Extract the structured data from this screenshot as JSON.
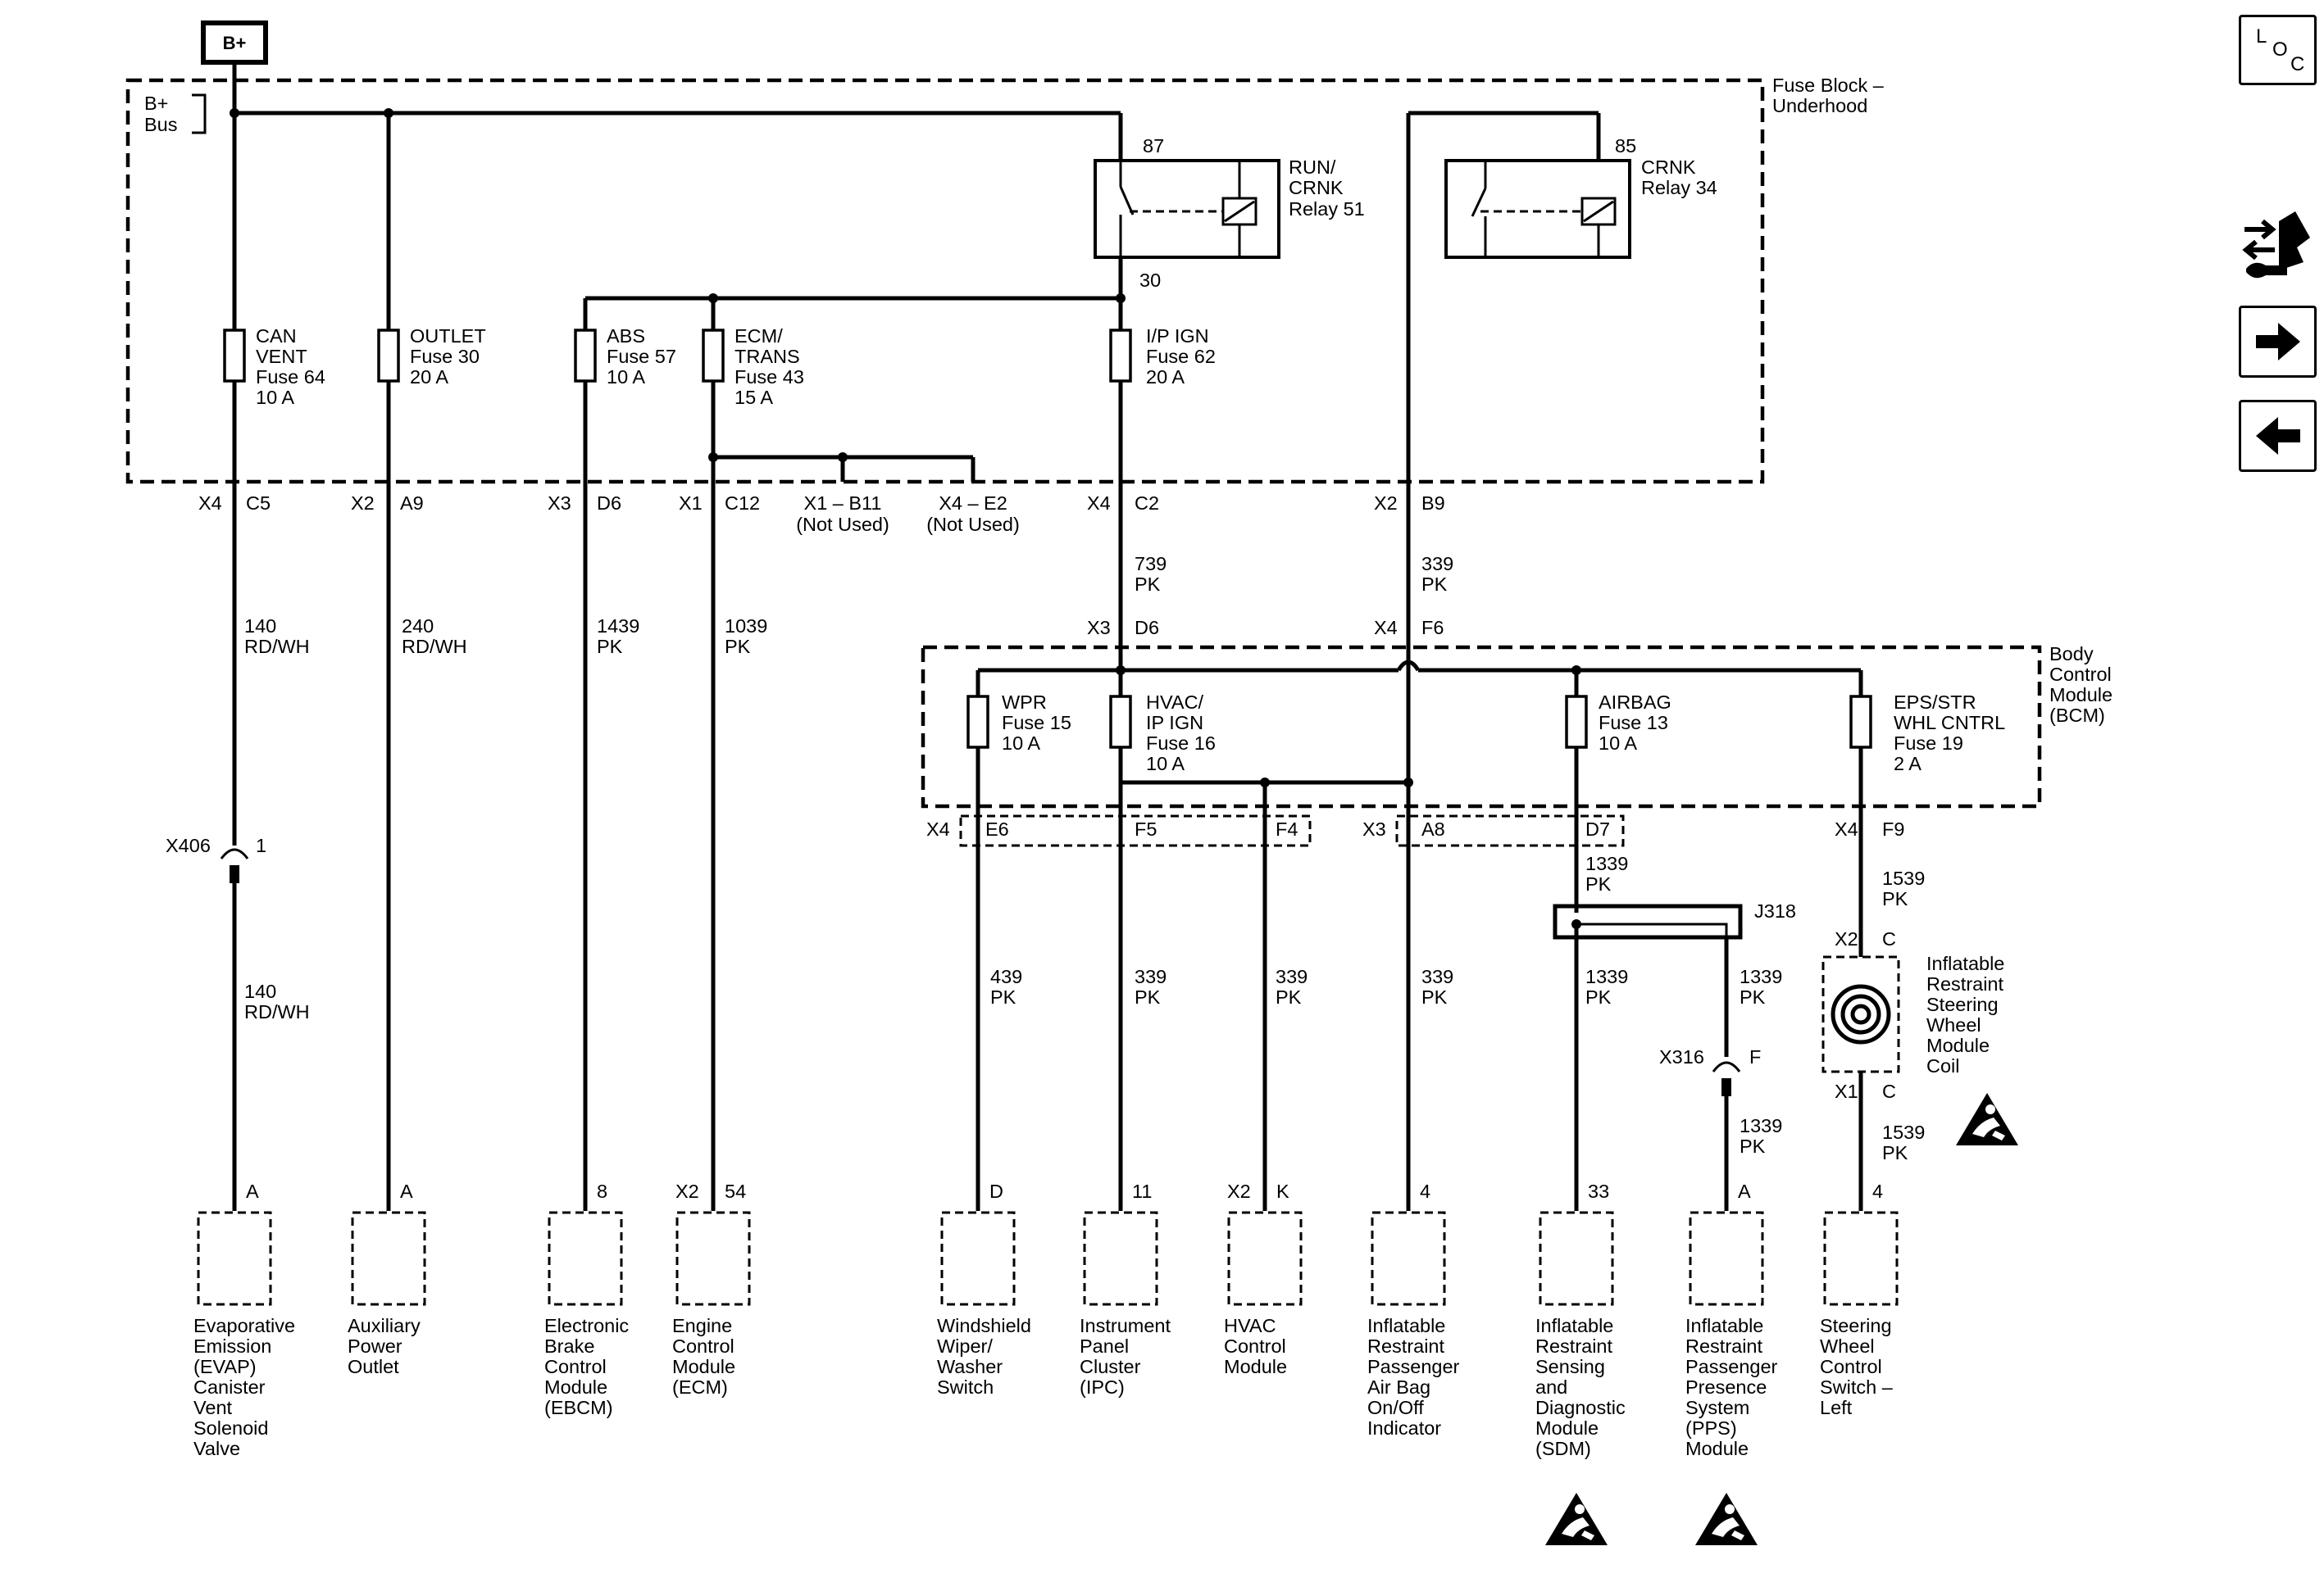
{
  "nav": {
    "loc_l": "L",
    "loc_o": "O",
    "loc_c": "C"
  },
  "power": {
    "bplus": "B+",
    "bus_line1": "B+",
    "bus_line2": "Bus"
  },
  "fuse_block": {
    "line1": "Fuse Block –",
    "line2": "Underhood"
  },
  "relays": {
    "run": {
      "pin87": "87",
      "pin30": "30",
      "l1": "RUN/",
      "l2": "CRNK",
      "l3": "Relay 51"
    },
    "crnk": {
      "pin85": "85",
      "l1": "CRNK",
      "l2": "Relay 34"
    }
  },
  "fuses_ub": {
    "can": {
      "l1": "CAN",
      "l2": "VENT",
      "l3": "Fuse 64",
      "l4": "10 A"
    },
    "outlet": {
      "l1": "OUTLET",
      "l2": "Fuse 30",
      "l3": "20 A"
    },
    "abs": {
      "l1": "ABS",
      "l2": "Fuse 57",
      "l3": "10 A"
    },
    "ecm": {
      "l1": "ECM/",
      "l2": "TRANS",
      "l3": "Fuse 43",
      "l4": "15 A"
    },
    "ip": {
      "l1": "I/P IGN",
      "l2": "Fuse 62",
      "l3": "20 A"
    }
  },
  "conn_ub": {
    "c1": {
      "a": "X4",
      "b": "C5"
    },
    "c2": {
      "a": "X2",
      "b": "A9"
    },
    "c3": {
      "a": "X3",
      "b": "D6"
    },
    "c4": {
      "a": "X1",
      "b": "C12"
    },
    "nu1": {
      "l1": "X1 – B11",
      "l2": "(Not Used)"
    },
    "nu2": {
      "l1": "X4 – E2",
      "l2": "(Not Used)"
    },
    "c5": {
      "a": "X4",
      "b": "C2"
    },
    "c6": {
      "a": "X2",
      "b": "B9"
    }
  },
  "wires_top": {
    "w140": {
      "n": "140",
      "c": "RD/WH"
    },
    "w240": {
      "n": "240",
      "c": "RD/WH"
    },
    "w1439": {
      "n": "1439",
      "c": "PK"
    },
    "w1039": {
      "n": "1039",
      "c": "PK"
    },
    "w739": {
      "n": "739",
      "c": "PK"
    },
    "w339": {
      "n": "339",
      "c": "PK"
    }
  },
  "bcm": {
    "l1": "Body",
    "l2": "Control",
    "l3": "Module",
    "l4": "(BCM)"
  },
  "conn_bcm_in": {
    "a": {
      "a": "X3",
      "b": "D6"
    },
    "b": {
      "a": "X4",
      "b": "F6"
    }
  },
  "fuses_bcm": {
    "wpr": {
      "l1": "WPR",
      "l2": "Fuse 15",
      "l3": "10 A"
    },
    "hvac": {
      "l1": "HVAC/",
      "l2": "IP IGN",
      "l3": "Fuse 16",
      "l4": "10 A"
    },
    "airbag": {
      "l1": "AIRBAG",
      "l2": "Fuse 13",
      "l3": "10 A"
    },
    "eps": {
      "l1": "EPS/STR",
      "l2": "WHL CNTRL",
      "l3": "Fuse 19",
      "l4": "2 A"
    }
  },
  "conn_bcm_out": {
    "x4": "X4",
    "e6": "E6",
    "f5": "F5",
    "f4": "F4",
    "x3": "X3",
    "a8": "A8",
    "d7": "D7",
    "x4b": "X4",
    "f9": "F9"
  },
  "inline": {
    "x406": "X406",
    "x406_pin": "1",
    "x316": "X316",
    "x316_pin": "F"
  },
  "wires_mid": {
    "w140b": {
      "n": "140",
      "c": "RD/WH"
    },
    "w439": {
      "n": "439",
      "c": "PK"
    },
    "w339a": {
      "n": "339",
      "c": "PK"
    },
    "w339b": {
      "n": "339",
      "c": "PK"
    },
    "w339c": {
      "n": "339",
      "c": "PK"
    },
    "w1339top": {
      "n": "1339",
      "c": "PK"
    },
    "w1339l": {
      "n": "1339",
      "c": "PK"
    },
    "w1339r": {
      "n": "1339",
      "c": "PK"
    },
    "w1339r2": {
      "n": "1339",
      "c": "PK"
    },
    "w1539top": {
      "n": "1539",
      "c": "PK"
    },
    "w1539bot": {
      "n": "1539",
      "c": "PK"
    }
  },
  "splice": {
    "j318": "J318"
  },
  "coil": {
    "top_conn": "X2",
    "top_pin": "C",
    "bot_conn": "X1",
    "bot_pin": "C",
    "lines": [
      "Inflatable",
      "Restraint",
      "Steering",
      "Wheel",
      "Module",
      "Coil"
    ]
  },
  "components": [
    {
      "pin": "A",
      "conn": "",
      "lines": [
        "Evaporative",
        "Emission",
        "(EVAP)",
        "Canister",
        "Vent",
        "Solenoid",
        "Valve"
      ]
    },
    {
      "pin": "A",
      "conn": "",
      "lines": [
        "Auxiliary",
        "Power",
        "Outlet"
      ]
    },
    {
      "pin": "8",
      "conn": "",
      "lines": [
        "Electronic",
        "Brake",
        "Control",
        "Module",
        "(EBCM)"
      ]
    },
    {
      "pin": "54",
      "conn": "X2",
      "lines": [
        "Engine",
        "Control",
        "Module",
        "(ECM)"
      ]
    },
    {
      "pin": "D",
      "conn": "",
      "lines": [
        "Windshield",
        "Wiper/",
        "Washer",
        "Switch"
      ]
    },
    {
      "pin": "11",
      "conn": "",
      "lines": [
        "Instrument",
        "Panel",
        "Cluster",
        "(IPC)"
      ]
    },
    {
      "pin": "K",
      "conn": "X2",
      "lines": [
        "HVAC",
        "Control",
        "Module"
      ]
    },
    {
      "pin": "4",
      "conn": "",
      "lines": [
        "Inflatable",
        "Restraint",
        "Passenger",
        "Air Bag",
        "On/Off",
        "Indicator"
      ]
    },
    {
      "pin": "33",
      "conn": "",
      "lines": [
        "Inflatable",
        "Restraint",
        "Sensing",
        "and",
        "Diagnostic",
        "Module",
        "(SDM)"
      ]
    },
    {
      "pin": "A",
      "conn": "",
      "lines": [
        "Inflatable",
        "Restraint",
        "Passenger",
        "Presence",
        "System",
        "(PPS)",
        "Module"
      ]
    },
    {
      "pin": "4",
      "conn": "",
      "lines": [
        "Steering",
        "Wheel",
        "Control",
        "Switch –",
        "Left"
      ]
    }
  ]
}
